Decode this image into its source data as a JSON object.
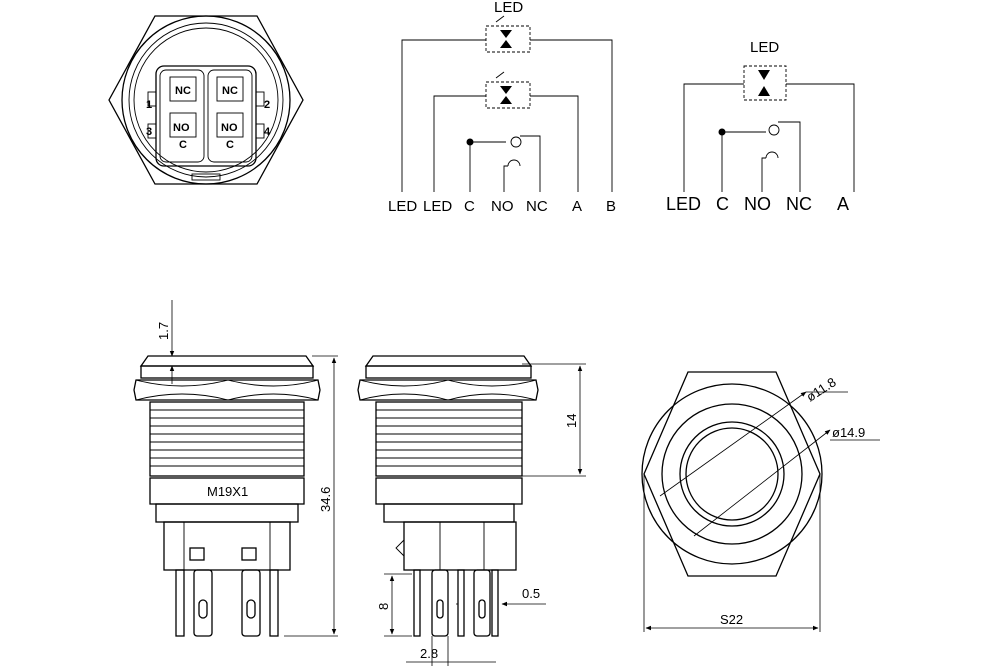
{
  "top_view": {
    "terminals": {
      "nc_left": "NC",
      "nc_right": "NC",
      "no_left": "NO",
      "no_right": "NO",
      "c_left": "C",
      "c_right": "C",
      "pin_1": "1",
      "pin_2": "2",
      "pin_3": "3",
      "pin_4": "4"
    }
  },
  "schematic_two_led": {
    "led_label": "LED",
    "pins": [
      "LED",
      "LED",
      "C",
      "NO",
      "NC",
      "A",
      "B"
    ]
  },
  "schematic_one_led": {
    "led_label": "LED",
    "pins": [
      "LED",
      "C",
      "NO",
      "NC",
      "A"
    ]
  },
  "side_view_left": {
    "dim_cap": "1.7",
    "dim_height": "34.6",
    "thread": "M19X1"
  },
  "side_view_right": {
    "dim_thread_len": "14",
    "dim_pin_len": "8",
    "dim_pin_thickness": "0.5",
    "dim_pin_width": "2.8"
  },
  "front_view": {
    "dia_inner": "ø11.8",
    "dia_ring": "ø14.9",
    "hex_size": "S22"
  }
}
